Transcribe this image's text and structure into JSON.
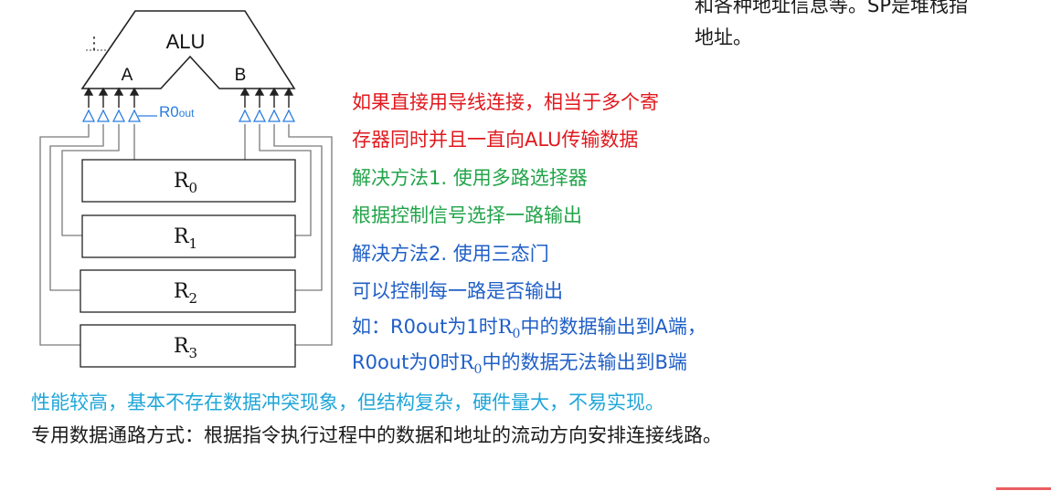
{
  "top_right_text": {
    "line1": "和各种地址信息等。SP是堆栈指",
    "line2": "地址。"
  },
  "diagram": {
    "alu_label": "ALU",
    "port_a": "A",
    "port_b": "B",
    "dots": "⋮",
    "control_label": "R0",
    "control_sub": "out",
    "registers": [
      {
        "name": "R",
        "sub": "0"
      },
      {
        "name": "R",
        "sub": "1"
      },
      {
        "name": "R",
        "sub": "2"
      },
      {
        "name": "R",
        "sub": "3"
      }
    ]
  },
  "notes": {
    "red_line1": "如果直接用导线连接，相当于多个寄",
    "red_line2": "存器同时并且一直向ALU传输数据",
    "green_line1": "解决方法1. 使用多路选择器",
    "green_line2": "根据控制信号选择一路输出",
    "blue_line1": "解决方法2. 使用三态门",
    "blue_line2": "可以控制每一路是否输出",
    "blue_line3_a": "如：R0out为1时",
    "blue_line3_r": "R",
    "blue_line3_sub": "0",
    "blue_line3_b": "中的数据输出到A端，",
    "blue_line4_a": "R0out为0时",
    "blue_line4_r": "R",
    "blue_line4_sub": "0",
    "blue_line4_b": "中的数据无法输出到B端"
  },
  "bottom": {
    "cyan_line": "性能较高，基本不存在数据冲突现象，但结构复杂，硬件量大，不易实现。",
    "black_line": "专用数据通路方式：根据指令执行过程中的数据和地址的流动方向安排连接线路。"
  },
  "colors": {
    "red": "#e0191e",
    "green": "#22a44a",
    "blue": "#1f5fc7",
    "cyan": "#1fa6d9",
    "black": "#1a1a1a"
  }
}
